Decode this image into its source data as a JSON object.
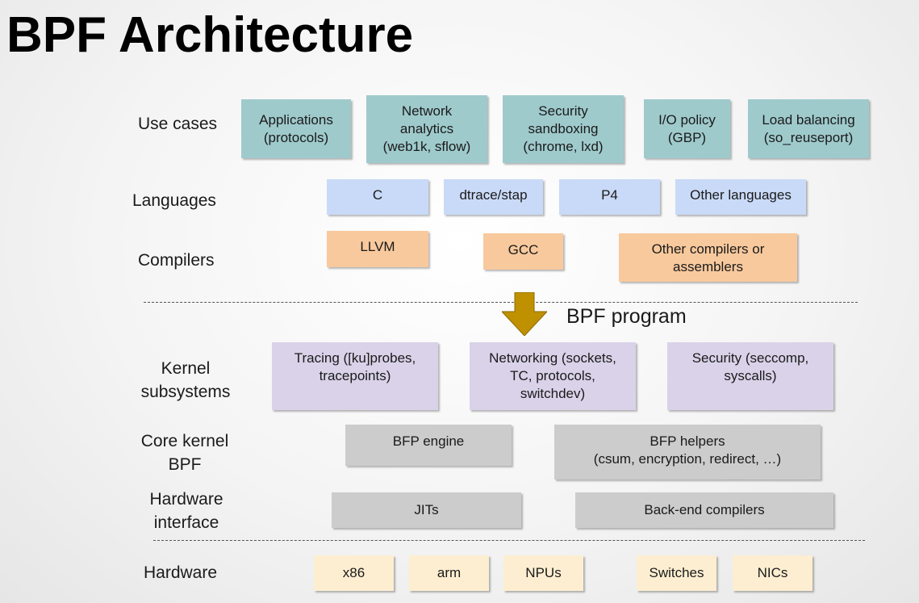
{
  "title": "BPF Architecture",
  "rows": {
    "use_cases": "Use cases",
    "languages": "Languages",
    "compilers": "Compilers",
    "kernel_subsystems": "Kernel\nsubsystems",
    "core_kernel_bpf": "Core kernel\nBPF",
    "hardware_interface": "Hardware\ninterface",
    "hardware": "Hardware"
  },
  "use_cases": [
    "Applications\n(protocols)",
    "Network\nanalytics\n(web1k, sflow)",
    "Security\nsandboxing\n(chrome, lxd)",
    "I/O policy\n(GBP)",
    "Load balancing\n(so_reuseport)"
  ],
  "languages": [
    "C",
    "dtrace/stap",
    "P4",
    "Other languages"
  ],
  "compilers": [
    "LLVM",
    "GCC",
    "Other compilers or\nassemblers"
  ],
  "bpf_program": "BPF program",
  "kernel_subsystems": [
    "Tracing ([ku]probes,\ntracepoints)",
    "Networking (sockets,\nTC, protocols,\nswitchdev)",
    "Security (seccomp,\nsyscalls)"
  ],
  "core_kernel": [
    "BFP engine",
    "BFP helpers\n(csum, encryption, redirect, …)"
  ],
  "hardware_interface": [
    "JITs",
    "Back-end compilers"
  ],
  "hardware": [
    "x86",
    "arm",
    "NPUs",
    "Switches",
    "NICs"
  ],
  "colors": {
    "use_cases": "#9fcacc",
    "languages": "#c9daf8",
    "compilers": "#f8c99d",
    "kernel_subsystems": "#d9d2e9",
    "core_kernel": "#cccccc",
    "hardware": "#fdeed1",
    "arrow": "#bf9000"
  },
  "icons": {
    "flow_arrow": "down-arrow-icon"
  }
}
